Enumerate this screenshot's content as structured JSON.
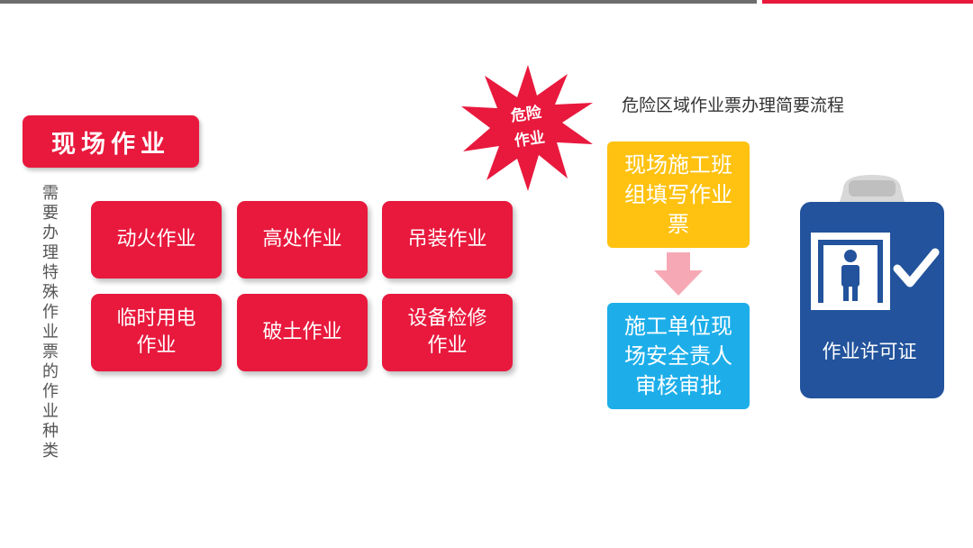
{
  "section_tag": "现场作业",
  "vertical_note": "需要办理特殊作业票的作业种类",
  "work_types": [
    "动火作业",
    "高处作业",
    "吊装作业",
    "临时用电作业",
    "破土作业",
    "设备检修作业"
  ],
  "badge": {
    "line1": "危险",
    "line2": "作业"
  },
  "flow": {
    "title": "危险区域作业票办理简要流程",
    "step1": "现场施工班组填写作业票",
    "step2": "施工单位现场安全责人审核审批"
  },
  "permit": {
    "label": "作业许可证"
  },
  "colors": {
    "red": "#e8193d",
    "yellow": "#ffc211",
    "blue": "#1daeea",
    "navy": "#22539c",
    "arrow_pink": "#f6a9b5"
  }
}
